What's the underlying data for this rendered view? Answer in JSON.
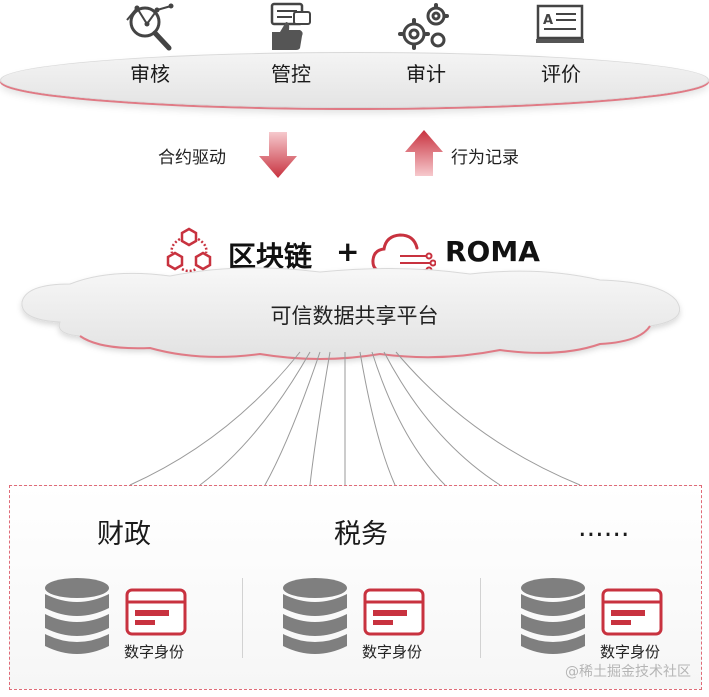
{
  "governance": {
    "items": [
      {
        "label": "审核",
        "icon": "magnifier-chart-icon"
      },
      {
        "label": "管控",
        "icon": "thumbs-up-chat-icon"
      },
      {
        "label": "审计",
        "icon": "gears-icon"
      },
      {
        "label": "评价",
        "icon": "document-board-icon"
      }
    ]
  },
  "flows": {
    "down_label": "合约驱动",
    "up_label": "行为记录"
  },
  "brand": {
    "blockchain": "区块链",
    "plus": "+",
    "roma": "ROMA"
  },
  "platform": {
    "label": "可信数据共享平台"
  },
  "sections": [
    {
      "title": "财政",
      "id_label": "数字身份"
    },
    {
      "title": "税务",
      "id_label": "数字身份"
    },
    {
      "title": "......",
      "id_label": "数字身份"
    }
  ],
  "watermark": "@稀土掘金技术社区",
  "colors": {
    "accent": "#c8323f",
    "db_gray": "#7f7f7f",
    "line_gray": "#9a9a9a"
  }
}
